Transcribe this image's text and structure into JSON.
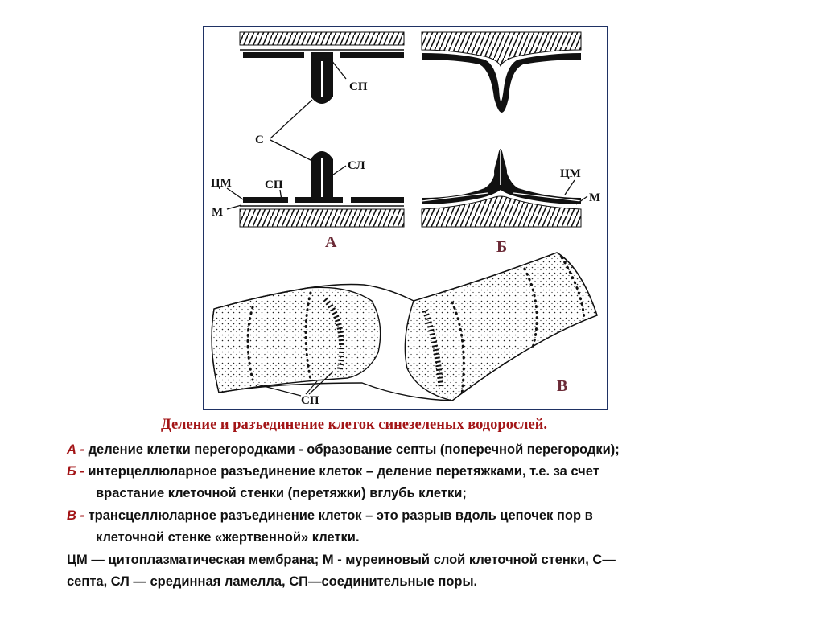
{
  "figure": {
    "labels": {
      "sp_top": "СП",
      "s": "С",
      "sl": "СЛ",
      "cm_a": "ЦМ",
      "sp_a": "СП",
      "m_a": "М",
      "cm_b": "ЦМ",
      "m_b": "М",
      "sp_v": "СП"
    },
    "panels": {
      "a": "А",
      "b": "Б",
      "v": "В"
    }
  },
  "caption": {
    "title": "Деление и разъединение клеток синезеленых водорослей.",
    "a_key": "А -",
    "a_text": " деление клетки перегородками - образование септы (поперечной перегородки);",
    "b_key": "Б -",
    "b_text1": " интерцеллюларное разъединение клеток – деление перетяжками, т.е. за счет",
    "b_text2": "врастание клеточной стенки (перетяжки) вглубь клетки;",
    "v_key": "В -",
    "v_text1": " трансцеллюларное разъединение клеток – это разрыв вдоль цепочек пор в",
    "v_text2": "клеточной стенке «жертвенной» клетки.",
    "legend1": "ЦМ — цитоплазматическая мембрана; М - муреиновый слой клеточной стенки, С—",
    "legend2": "септа, СЛ — срединная ламелла, СП—соединительные поры."
  }
}
